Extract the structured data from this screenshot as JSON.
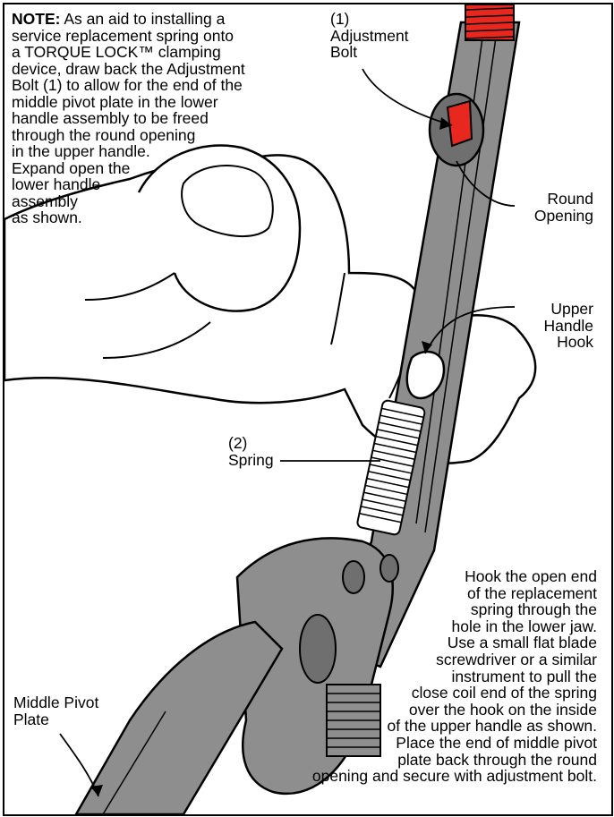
{
  "note": {
    "lead": "NOTE:",
    "body": " As an aid to installing a\nservice replacement spring onto\na TORQUE LOCK™ clamping\ndevice, draw back the Adjustment\nBolt (1) to allow for the end of the\nmiddle pivot plate in the lower\nhandle assembly to be freed\nthrough the round opening\nin the upper handle.\nExpand open the\nlower handle\nassembly\nas shown."
  },
  "labels": {
    "adjustment_bolt": "(1)\nAdjustment\nBolt",
    "round_opening": "Round\nOpening",
    "upper_handle_hook": "Upper\nHandle\nHook",
    "spring": "(2)\nSpring",
    "middle_pivot_plate": "Middle Pivot\nPlate"
  },
  "instructions": "Hook the open end\nof the replacement\nspring through the\nhole in the lower jaw.\nUse a small flat blade\nscrewdriver or a similar\ninstrument to pull the\nclose coil end of the spring\nover the hook on the inside\nof the upper handle as shown.\nPlace the end of middle pivot\nplate back through the round\nopening and secure with adjustment bolt.",
  "colors": {
    "tool_gray": "#8e8e8e",
    "tool_dark": "#6f6f6f",
    "thread_red": "#e8281e",
    "outline": "#000000"
  }
}
